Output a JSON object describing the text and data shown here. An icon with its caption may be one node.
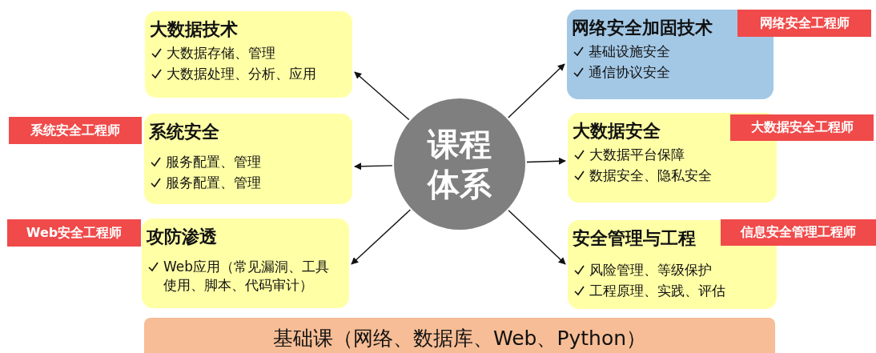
{
  "diagram": {
    "nodes": [
      {
        "text": [
          "课程体系"
        ]
      },
      {
        "text": [
          "大数据技术",
          "大数据存储、管理",
          "大数据处理、分析、应用"
        ]
      },
      {
        "text": [
          "网络安全加固技术",
          "基础设施安全",
          "通信协议安全"
        ]
      },
      {
        "text": [
          "网络安全工程师"
        ]
      },
      {
        "text": [
          "系统安全工程师"
        ]
      },
      {
        "text": [
          "系统安全",
          "服务配置、管理",
          "服务配置、管理"
        ]
      },
      {
        "text": [
          "大数据安全",
          "大数据平台保障",
          "数据安全、隐私安全"
        ]
      },
      {
        "text": [
          "大数据安全工程师"
        ]
      },
      {
        "text": [
          "Web安全工程师"
        ]
      },
      {
        "text": [
          "攻防渗透",
          "Web应用（常见漏洞、工具使用、脚本、代码审计）"
        ]
      },
      {
        "text": [
          "安全管理与工程",
          "风险管理、等级保护",
          "工程原理、实践、评估"
        ]
      },
      {
        "text": [
          "信息安全管理工程师"
        ]
      },
      {
        "text": [
          "基础课（网络、数据库、Web、Python）"
        ]
      }
    ],
    "edges": [
      {
        "from": 0,
        "to": 1,
        "arrow": "to"
      },
      {
        "from": 0,
        "to": 5,
        "arrow": "to"
      },
      {
        "from": 0,
        "to": 9,
        "arrow": "to"
      },
      {
        "from": 0,
        "to": 2,
        "arrow": "to"
      },
      {
        "from": 0,
        "to": 6,
        "arrow": "to"
      },
      {
        "from": 0,
        "to": 10,
        "arrow": "to"
      }
    ]
  }
}
